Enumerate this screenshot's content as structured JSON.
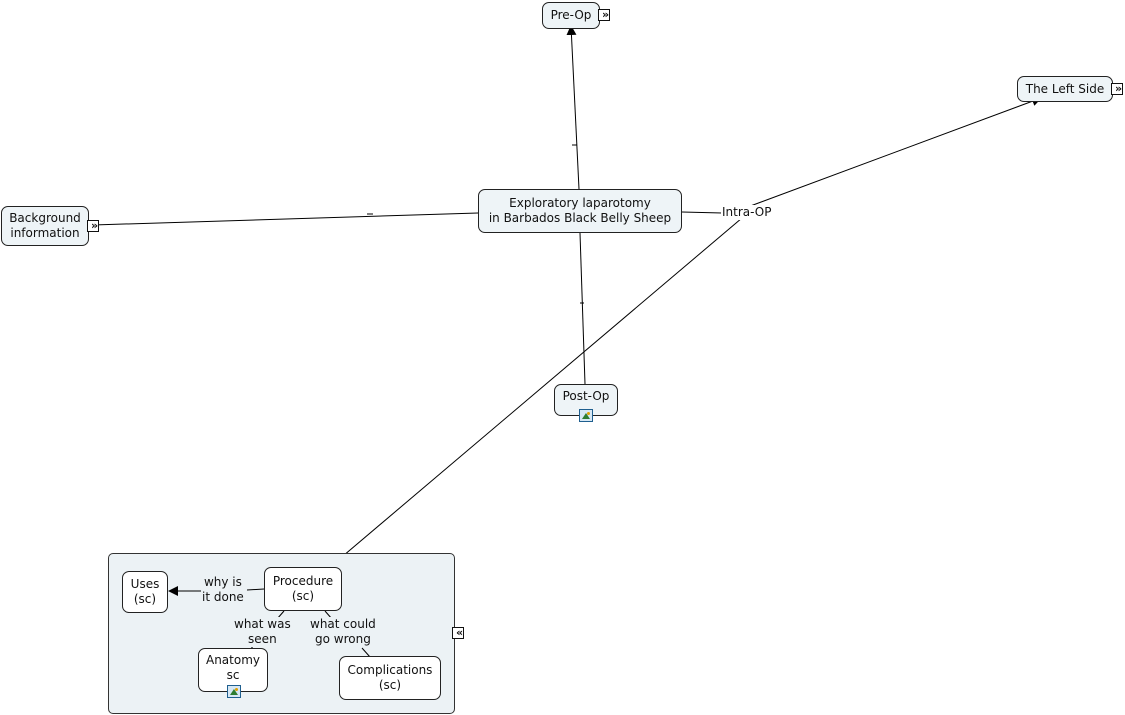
{
  "diagram": {
    "nodes": {
      "central": "Exploratory laparotomy\nin Barbados Black Belly Sheep",
      "pre_op": "Pre-Op",
      "left_side": "The Left Side",
      "background": "Background\ninformation",
      "post_op": "Post-Op",
      "procedure": "Procedure\n(sc)",
      "uses": "Uses\n(sc)",
      "anatomy": "Anatomy\nsc",
      "complications": "Complications\n(sc)"
    },
    "link_labels": {
      "intra_op": "Intra-OP",
      "why_done": "why is\nit done",
      "what_seen": "what was\nseen",
      "what_wrong": "what could\ngo wrong"
    },
    "icons": {
      "expand": "double-chevron-right-icon",
      "collapse": "double-chevron-left-icon",
      "image": "image-resource-icon"
    }
  }
}
